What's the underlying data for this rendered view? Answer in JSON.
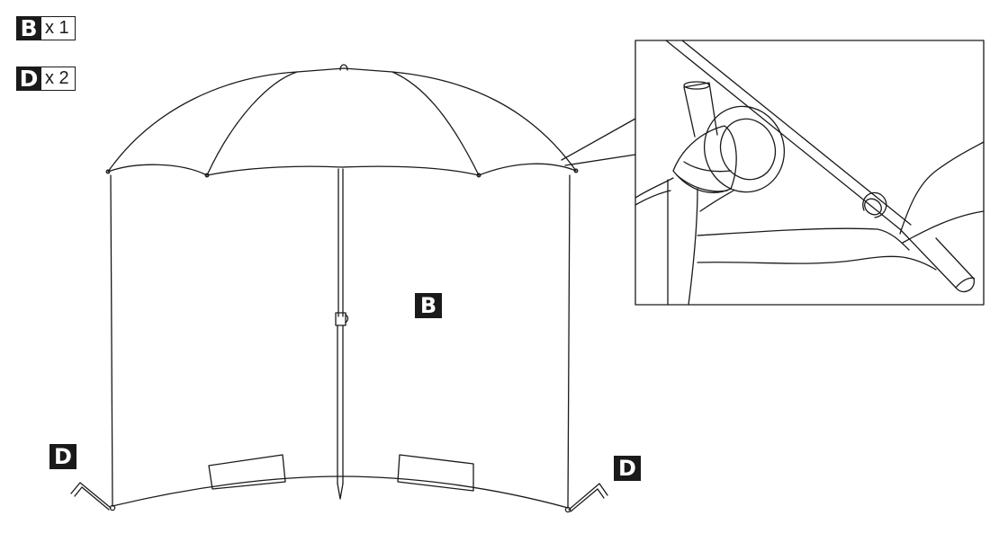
{
  "parts_list": [
    {
      "letter": "B",
      "qty": "x 1"
    },
    {
      "letter": "D",
      "qty": "x 2"
    }
  ],
  "callouts": {
    "umbrella": "B",
    "peg_left": "D",
    "peg_right": "D"
  },
  "colors": {
    "ink": "#1a1a1a",
    "paper": "#ffffff"
  }
}
